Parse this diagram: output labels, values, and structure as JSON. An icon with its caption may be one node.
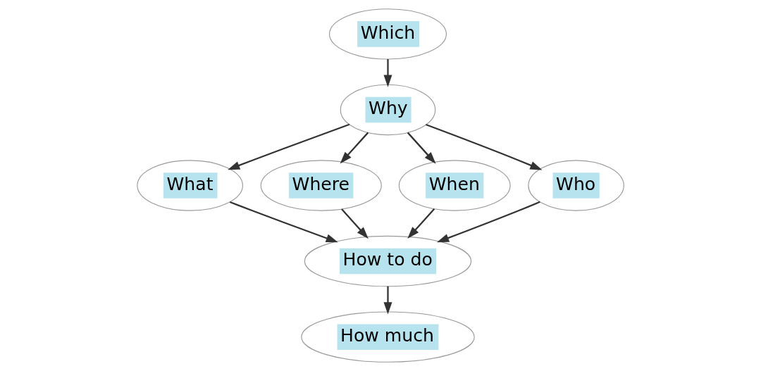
{
  "diagram": {
    "nodes": [
      {
        "text": [
          "Which"
        ]
      },
      {
        "text": [
          "Why"
        ]
      },
      {
        "text": [
          "What"
        ]
      },
      {
        "text": [
          "Where"
        ]
      },
      {
        "text": [
          "When"
        ]
      },
      {
        "text": [
          "Who"
        ]
      },
      {
        "text": [
          "How to do"
        ]
      },
      {
        "text": [
          "How much"
        ]
      }
    ],
    "edges": [
      {
        "from": 0,
        "to": 1,
        "arrow": "to"
      },
      {
        "from": 1,
        "to": 2,
        "arrow": "to"
      },
      {
        "from": 1,
        "to": 3,
        "arrow": "to"
      },
      {
        "from": 1,
        "to": 4,
        "arrow": "to"
      },
      {
        "from": 1,
        "to": 5,
        "arrow": "to"
      },
      {
        "from": 2,
        "to": 6,
        "arrow": "to"
      },
      {
        "from": 3,
        "to": 6,
        "arrow": "to"
      },
      {
        "from": 4,
        "to": 6,
        "arrow": "to"
      },
      {
        "from": 5,
        "to": 6,
        "arrow": "to"
      },
      {
        "from": 6,
        "to": 7,
        "arrow": "to"
      }
    ]
  }
}
